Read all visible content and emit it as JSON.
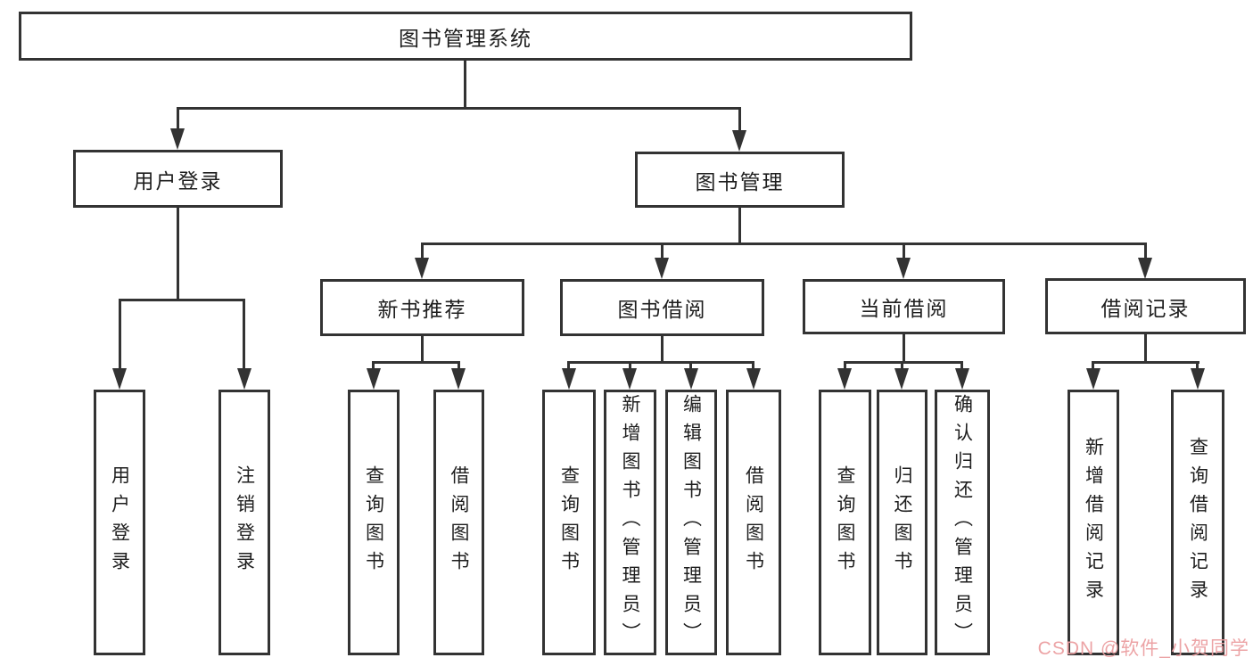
{
  "tree": {
    "root": {
      "label": "图书管理系统"
    },
    "branches": [
      {
        "label": "用户登录",
        "children": [
          {
            "label": "用户登录"
          },
          {
            "label": "注销登录"
          }
        ]
      },
      {
        "label": "图书管理",
        "children": [
          {
            "label": "新书推荐",
            "children": [
              {
                "label": "查询图书"
              },
              {
                "label": "借阅图书"
              }
            ]
          },
          {
            "label": "图书借阅",
            "children": [
              {
                "label": "查询图书"
              },
              {
                "label": "新增图书（管理员）"
              },
              {
                "label": "编辑图书（管理员）"
              },
              {
                "label": "借阅图书"
              }
            ]
          },
          {
            "label": "当前借阅",
            "children": [
              {
                "label": "查询图书"
              },
              {
                "label": "归还图书"
              },
              {
                "label": "确认归还（管理员）"
              }
            ]
          },
          {
            "label": "借阅记录",
            "children": [
              {
                "label": "新增借阅记录"
              },
              {
                "label": "查询借阅记录"
              }
            ]
          }
        ]
      }
    ]
  },
  "colors": {
    "line": "#333333",
    "text": "#1e1e1e",
    "watermark": "#ec9fa1",
    "background": "#ffffff"
  },
  "watermark": {
    "text": "CSDN @软件_小贺同学"
  }
}
